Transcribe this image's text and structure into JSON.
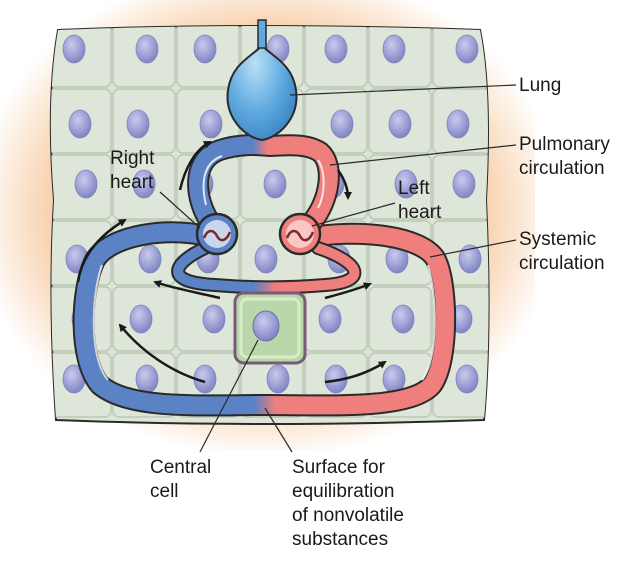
{
  "labels": {
    "lung": "Lung",
    "pulmonary_circulation": "Pulmonary\ncirculation",
    "right_heart": "Right\nheart",
    "left_heart": "Left\nheart",
    "systemic_circulation": "Systemic\ncirculation",
    "central_cell": "Central\ncell",
    "surface": "Surface for\nequilibration\nof nonvolatile\nsubstances"
  },
  "colors": {
    "background_glow": "#f6cfa8",
    "tissue": "#dde6d8",
    "cell_border": "#b9c9b3",
    "nucleus": "#8a8ec8",
    "venous_blue": "#5b82c4",
    "arterial_red": "#ef7f7c",
    "lung_blue": "#5fa9df",
    "central_cell_fill": "#b9d7a8",
    "arrows": "#1a1a1a"
  }
}
